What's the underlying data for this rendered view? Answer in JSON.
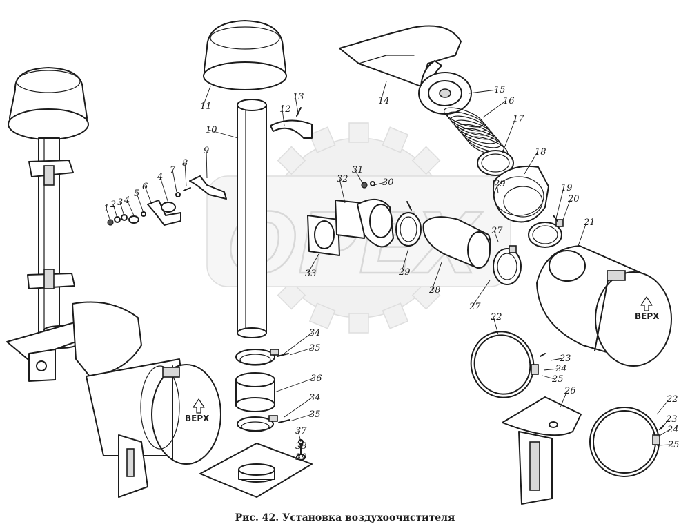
{
  "caption": "Рис. 42. Установка воздухоочистителя",
  "watermark": "OPEX",
  "filter_stamp": "ВЕРХ",
  "part_numbers": [
    "1",
    "2",
    "3",
    "4",
    "5",
    "6",
    "4",
    "7",
    "8",
    "9",
    "10",
    "11",
    "12",
    "13",
    "14",
    "15",
    "16",
    "17",
    "18",
    "19",
    "20",
    "21",
    "22",
    "23",
    "24",
    "25",
    "26",
    "22",
    "23",
    "24",
    "25",
    "27",
    "28",
    "29",
    "30",
    "31",
    "32",
    "33",
    "27",
    "29",
    "34",
    "35",
    "36",
    "34",
    "35",
    "37",
    "38",
    "39"
  ]
}
